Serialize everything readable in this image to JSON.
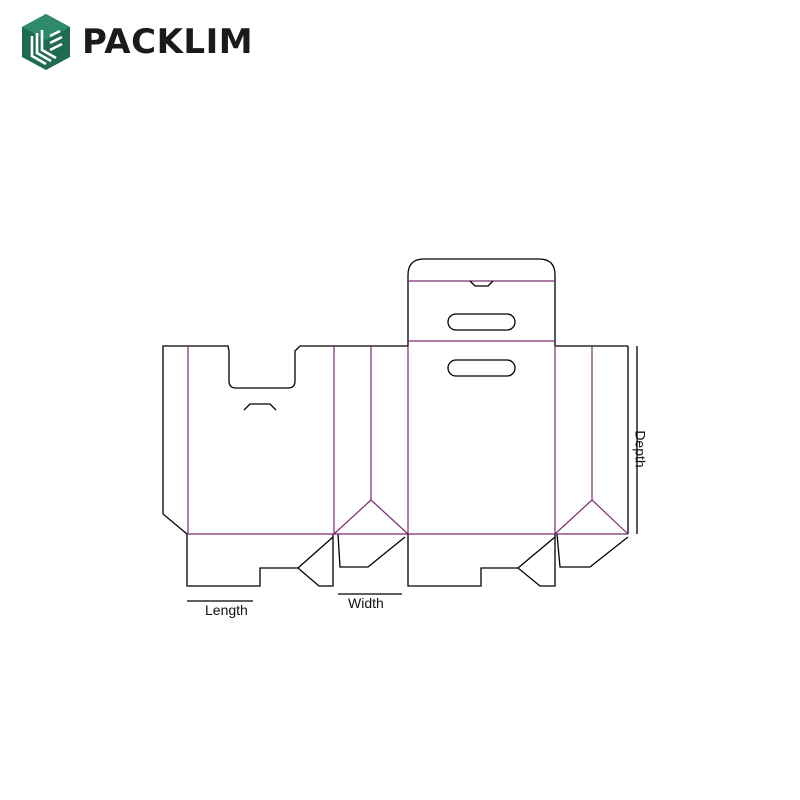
{
  "brand": {
    "name": "PACKLIM",
    "logo_icon": "hexagon-box-icon",
    "logo_color": "#1e6b52"
  },
  "diagram": {
    "cut_line_color": "#000000",
    "fold_line_color": "#7a2a6e",
    "labels": {
      "length": "Length",
      "width": "Width",
      "depth": "Depth"
    }
  }
}
